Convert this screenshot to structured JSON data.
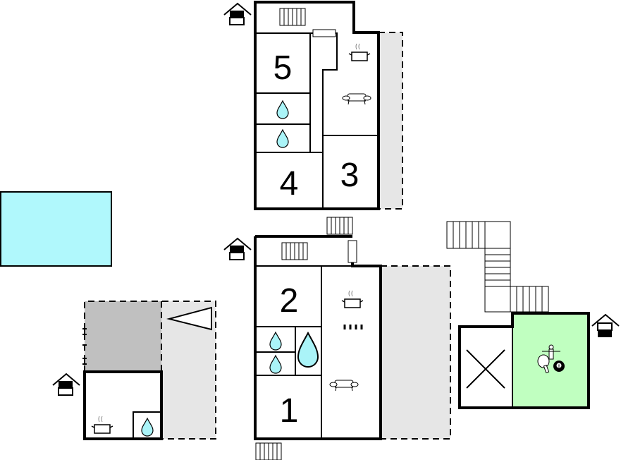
{
  "rooms": {
    "upper_floor": {
      "bedroom_a": "5",
      "bedroom_b": "4",
      "bedroom_c": "3"
    },
    "lower_floor": {
      "bedroom_a": "2",
      "bedroom_b": "1"
    },
    "pool_ball_number": "8"
  },
  "colors": {
    "pool": "#b0f8fc",
    "water_drop": "#aaf4f8",
    "game_room": "#c0ffc0",
    "terrace": "#e6e6e6",
    "covered_area": "#c0c0c0",
    "wall": "#000000"
  },
  "icons": [
    "house-entrance-icon",
    "stairs-icon",
    "kitchen-pot-icon",
    "sofa-icon",
    "bathroom-drop-icon",
    "shower-drop-icon",
    "table-football-icon",
    "ping-pong-icon",
    "billiard-ball-icon",
    "storage-x-icon",
    "fireplace-icon"
  ]
}
